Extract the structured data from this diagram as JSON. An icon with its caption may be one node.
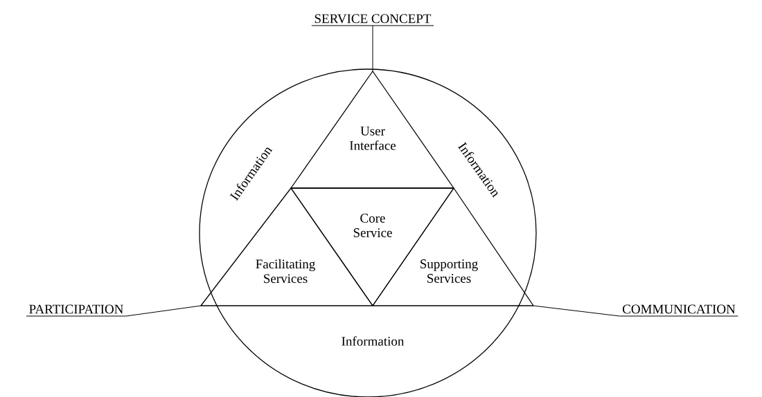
{
  "diagram": {
    "nodes": [
      {
        "text": [
          "Information",
          "Information",
          "Information"
        ]
      },
      {
        "text": [
          "User Interface"
        ],
        "in": 0
      },
      {
        "text": [
          "Core Service"
        ],
        "in": 0
      },
      {
        "text": [
          "Facilitating Services"
        ],
        "in": 0
      },
      {
        "text": [
          "Supporting Services"
        ],
        "in": 0
      },
      {
        "text": [
          "SERVICE CONCEPT"
        ]
      },
      {
        "text": [
          "PARTICIPATION"
        ]
      },
      {
        "text": [
          "COMMUNICATION"
        ]
      }
    ],
    "edges": [
      {
        "from": 5,
        "to": 1,
        "arrow": "none"
      },
      {
        "from": 6,
        "to": 3,
        "arrow": "none"
      },
      {
        "from": 7,
        "to": 4,
        "arrow": "none"
      }
    ]
  }
}
